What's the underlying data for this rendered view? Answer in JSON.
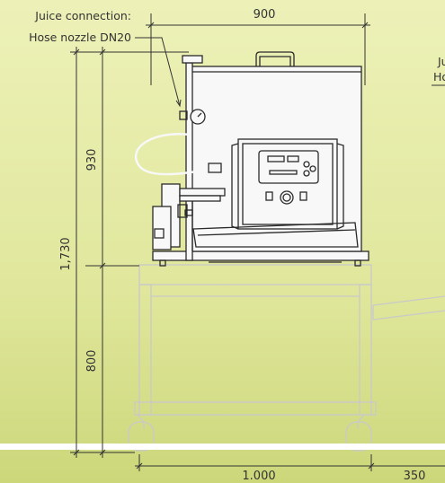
{
  "labels": {
    "juice_connection_line1": "Juice connection:",
    "juice_connection_line2": "Hose nozzle DN20",
    "partial_right_line1": "Ju",
    "partial_right_line2": "Ho"
  },
  "dimensions": {
    "width_machine": "900",
    "height_machine": "930",
    "height_total": "1,730",
    "height_stand": "800",
    "width_stand": "1.000",
    "width_extension": "350"
  },
  "colors": {
    "background_top": "#e8edaa",
    "background_bottom": "#cdd87a",
    "line": "#333333",
    "ghost_line": "#c8c8c8",
    "floor_stripe": "#ffffff"
  }
}
